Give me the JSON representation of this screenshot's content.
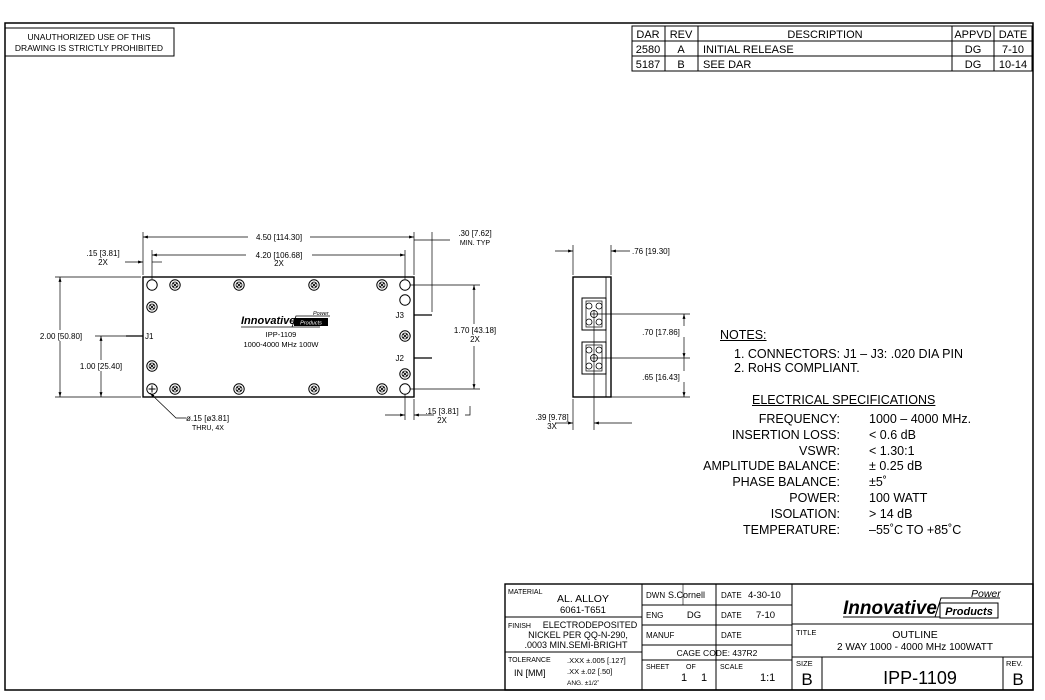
{
  "warning": {
    "line1": "UNAUTHORIZED USE OF THIS",
    "line2": "DRAWING IS STRICTLY PROHIBITED"
  },
  "revision_table": {
    "headers": [
      "DAR",
      "REV",
      "DESCRIPTION",
      "APPVD",
      "DATE"
    ],
    "rows": [
      [
        "2580",
        "A",
        "INITIAL RELEASE",
        "DG",
        "7-10"
      ],
      [
        "5187",
        "B",
        "SEE DAR",
        "DG",
        "10-14"
      ]
    ]
  },
  "front_view": {
    "dim_450": "4.50 [114.30]",
    "dim_420": "4.20 [106.68]",
    "dim_2x_a": "2X",
    "dim_015_top": ".15 [3.81]",
    "dim_2x_b": "2X",
    "dim_030": ".30 [7.62]",
    "dim_min_typ": "MIN. TYP",
    "dim_200": "2.00 [50.80]",
    "dim_100": "1.00 [25.40]",
    "dim_170": "1.70 [43.18]",
    "dim_2x_c": "2X",
    "dim_015_bot": ".15 [3.81]",
    "dim_2x_d": "2X",
    "hole": "ø.15 [ø3.81]",
    "hole_thru": "THRU, 4X",
    "j1": "J1",
    "j2": "J2",
    "j3": "J3",
    "logo_text": "Innovative",
    "logo_power": "Power",
    "logo_products": "Products",
    "model": "IPP-1109",
    "model_desc": "1000-4000 MHz 100W"
  },
  "side_view": {
    "dim_076": ".76 [19.30]",
    "dim_070": ".70 [17.86]",
    "dim_065": ".65 [16.43]",
    "dim_039": ".39 [9.78]",
    "dim_3x": "3X"
  },
  "notes": {
    "title": "NOTES:",
    "items": [
      "1. CONNECTORS: J1 – J3: .020 DIA PIN",
      "2. RoHS COMPLIANT."
    ]
  },
  "specs": {
    "title": "ELECTRICAL SPECIFICATIONS",
    "rows": [
      {
        "label": "FREQUENCY:",
        "value": "1000 – 4000 MHz."
      },
      {
        "label": "INSERTION LOSS:",
        "value": "< 0.6 dB"
      },
      {
        "label": "VSWR:",
        "value": "< 1.30:1"
      },
      {
        "label": "AMPLITUDE BALANCE:",
        "value": "± 0.25 dB"
      },
      {
        "label": "PHASE BALANCE:",
        "value": "±5˚"
      },
      {
        "label": "POWER:",
        "value": "100 WATT"
      },
      {
        "label": "ISOLATION:",
        "value": "> 14 dB"
      },
      {
        "label": "TEMPERATURE:",
        "value": "–55˚C TO +85˚C"
      }
    ]
  },
  "title_block": {
    "material_label": "MATERIAL",
    "material_value": "AL. ALLOY",
    "material_value2": "6061-T651",
    "finish_label": "FINISH",
    "finish_value": "ELECTRODEPOSITED",
    "finish_value2": "NICKEL PER QQ-N-290,",
    "finish_value3": ".0003 MIN.SEMI-BRIGHT",
    "tolerance_label": "TOLERANCE",
    "tolerance_unit": "IN [MM]",
    "tol_xxx": ".XXX ±.005 [.127]",
    "tol_xx": ".XX  ±.02 [.50]",
    "tol_ang": "ANG. ±1/2˚",
    "dwn_label": "DWN",
    "dwn_value": "S.Cornell",
    "date_label1": "DATE",
    "date_value1": "4-30-10",
    "eng_label": "ENG",
    "eng_value": "DG",
    "date_label2": "DATE",
    "date_value2": "7-10",
    "manuf_label": "MANUF",
    "date_label3": "DATE",
    "cage_code": "CAGE CODE: 437R2",
    "sheet_label": "SHEET",
    "sheet_of": "OF",
    "sheet_num": "1",
    "sheet_total": "1",
    "scale_label": "SCALE",
    "scale_value": "1:1",
    "logo_text": "Innovative",
    "logo_power": "Power",
    "logo_products": "Products",
    "title_label": "TITLE",
    "title_value": "OUTLINE",
    "title_value2": "2 WAY 1000 - 4000 MHz 100WATT",
    "size_label": "SIZE",
    "size_value": "B",
    "part_number": "IPP-1109",
    "rev_label": "REV.",
    "rev_value": "B"
  }
}
